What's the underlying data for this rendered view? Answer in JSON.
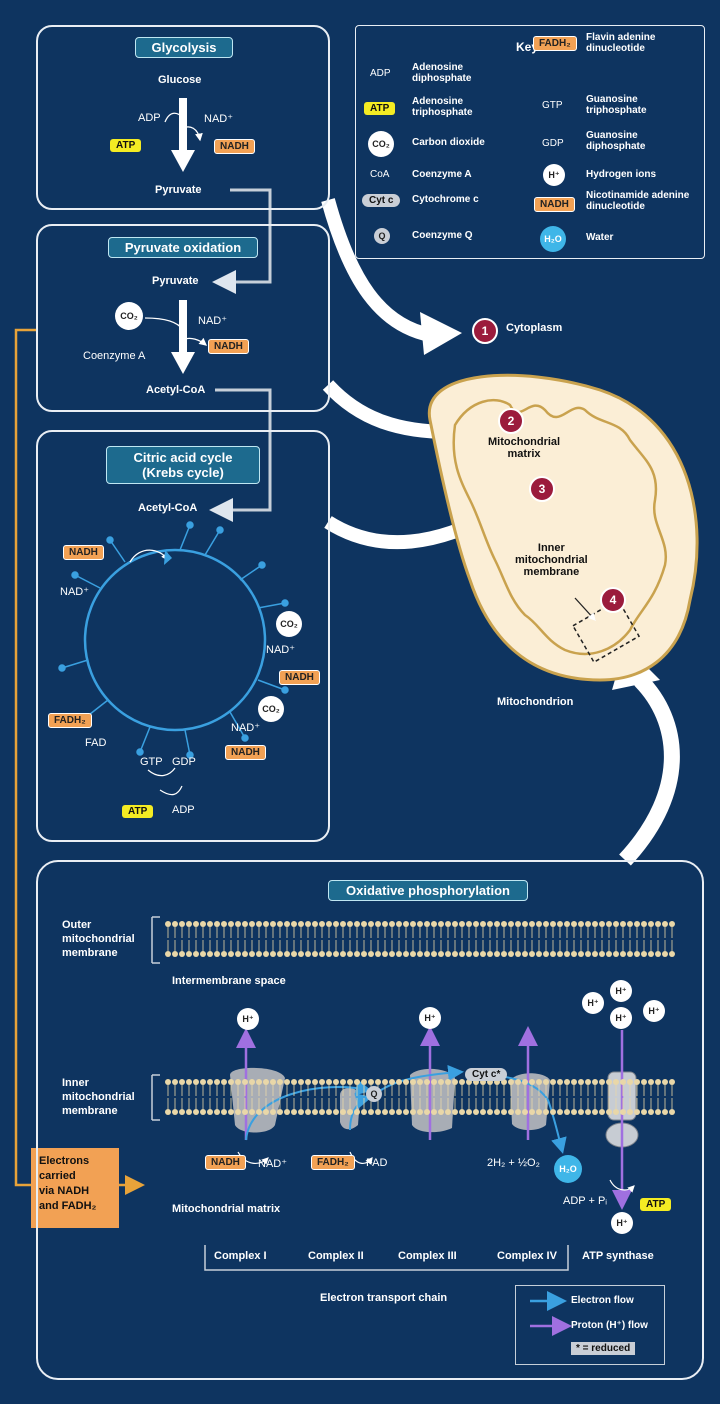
{
  "glycolysis": {
    "title": "Glycolysis",
    "glucose": "Glucose",
    "adp": "ADP",
    "nad": "NAD⁺",
    "atp": "ATP",
    "nadh": "NADH",
    "pyruvate": "Pyruvate"
  },
  "pyruvate_oxidation": {
    "title": "Pyruvate oxidation",
    "pyruvate": "Pyruvate",
    "co2": "CO₂",
    "nad": "NAD⁺",
    "coenzyme_a": "Coenzyme A",
    "nadh": "NADH",
    "acetyl_coa": "Acetyl-CoA"
  },
  "citric_acid": {
    "title_line1": "Citric acid cycle",
    "title_line2": "(Krebs cycle)",
    "acetyl_coa": "Acetyl-CoA",
    "nadh_top": "NADH",
    "nad_left": "NAD⁺",
    "co2_1": "CO₂",
    "nad_1": "NAD⁺",
    "nadh_1": "NADH",
    "co2_2": "CO₂",
    "nad_2": "NAD⁺",
    "nadh_2": "NADH",
    "fadh2": "FADH₂",
    "fad": "FAD",
    "gtp": "GTP",
    "gdp": "GDP",
    "atp": "ATP",
    "adp": "ADP"
  },
  "key": {
    "title": "Key",
    "items": [
      {
        "symbol": "ADP",
        "label": "Adenosine diphosphate"
      },
      {
        "symbol": "ATP",
        "label": "Adenosine triphosphate"
      },
      {
        "symbol": "CO₂",
        "label": "Carbon dioxide"
      },
      {
        "symbol": "CoA",
        "label": "Coenzyme A"
      },
      {
        "symbol": "Cyt c",
        "label": "Cytochrome c"
      },
      {
        "symbol": "Q",
        "label": "Coenzyme Q"
      },
      {
        "symbol": "FADH₂",
        "label": "Flavin adenine dinucleotide"
      },
      {
        "symbol": "GTP",
        "label": "Guanosine triphosphate"
      },
      {
        "symbol": "GDP",
        "label": "Guanosine diphosphate"
      },
      {
        "symbol": "H⁺",
        "label": "Hydrogen ions"
      },
      {
        "symbol": "NADH",
        "label": "Nicotinamide adenine dinucleotide"
      },
      {
        "symbol": "H₂O",
        "label": "Water"
      }
    ]
  },
  "locations": {
    "n1": "1",
    "cytoplasm": "Cytoplasm",
    "n2": "2",
    "matrix_line1": "Mitochondrial",
    "matrix_line2": "matrix",
    "n3": "3",
    "inner_line1": "Inner",
    "inner_line2": "mitochondrial",
    "inner_line3": "membrane",
    "n4": "4",
    "mitochondrion": "Mitochondrion"
  },
  "electrons": {
    "line1": "Electrons",
    "line2": "carried",
    "line3": "via NADH",
    "line4": "and FADH₂"
  },
  "oxphos": {
    "title": "Oxidative phosphorylation",
    "outer_line1": "Outer",
    "outer_line2": "mitochondrial",
    "outer_line3": "membrane",
    "intermembrane": "Intermembrane space",
    "inner_line1": "Inner",
    "inner_line2": "mitochondrial",
    "inner_line3": "membrane",
    "h": "H⁺",
    "q": "Q",
    "cytc": "Cyt c*",
    "nadh": "NADH",
    "nad": "NAD⁺",
    "fadh2": "FADH₂",
    "fad": "FAD",
    "water_eq": "2H₂ + ½O₂",
    "h2o": "H₂O",
    "adp_pi": "ADP + Pᵢ",
    "atp": "ATP",
    "matrix": "Mitochondrial matrix",
    "complexes": [
      "Complex I",
      "Complex II",
      "Complex III",
      "Complex IV",
      "ATP synthase"
    ],
    "etc": "Electron transport chain",
    "legend": {
      "electron": "Electron flow",
      "proton": "Proton (H⁺) flow",
      "reduced": "* = reduced"
    }
  },
  "colors": {
    "background": "#0e3460",
    "atp": "#f4ec23",
    "nadh": "#f2a154",
    "title_box": "#1d6a8e",
    "number": "#9b1b3c",
    "proton": "#a070e0",
    "electron": "#3aa0e0",
    "bracket": "#e8a33a",
    "mitochondrion": "#fbeed6"
  }
}
